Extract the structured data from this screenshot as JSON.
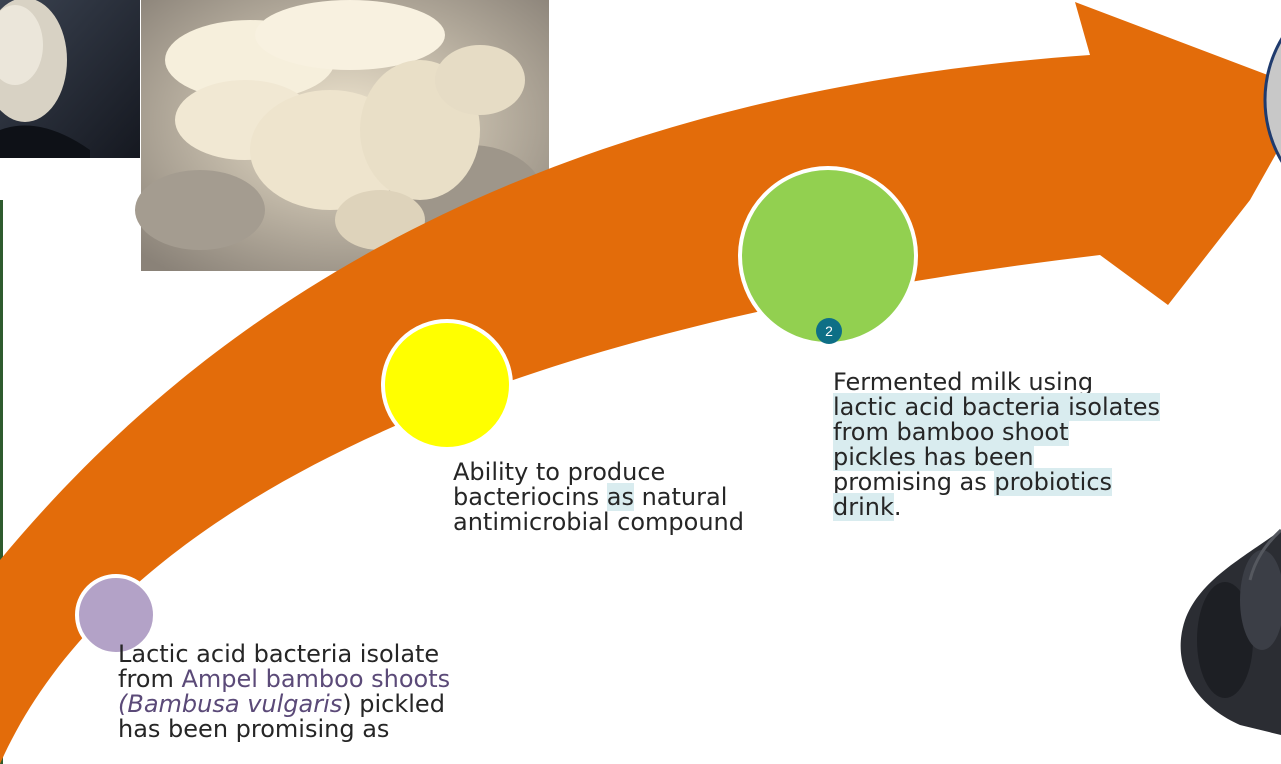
{
  "colors": {
    "arrow": "#e36c0a",
    "circle_1": "#b3a2c7",
    "circle_2": "#ffff00",
    "circle_3": "#92d050",
    "highlight": "#d9ecef",
    "badge": "#0e6f86",
    "accent_text": "#5b4a78"
  },
  "step1": {
    "line1": "Lactic acid bacteria isolate",
    "line2_a": "from ",
    "line2_b": "Ampel bamboo shoots",
    "line3_a": "(Bambusa vulgaris",
    "line3_b": ") pickled",
    "line4": "has been promising as"
  },
  "step2": {
    "line1": "Ability to produce",
    "line2_a": "bacteriocins ",
    "line2_b": "as",
    "line2_c": " natural",
    "line3": "antimicrobial compound"
  },
  "step3": {
    "line1": "Fermented milk using",
    "line2": "lactic acid bacteria isolates",
    "line3": "from bamboo shoot",
    "line4": "pickles has been",
    "line5_a": "promising as ",
    "line5_b": "probiotics",
    "line6_a": "drink",
    "line6_b": "."
  },
  "comment_badge": {
    "count": "2"
  },
  "icons": {
    "photo_top_left": "bamboo-photo-icon",
    "photo_top": "bamboo-slices-photo-icon",
    "photo_bottom_right": "bamboo-pieces-photo-icon",
    "circle_top_right": "step-circle-icon"
  }
}
